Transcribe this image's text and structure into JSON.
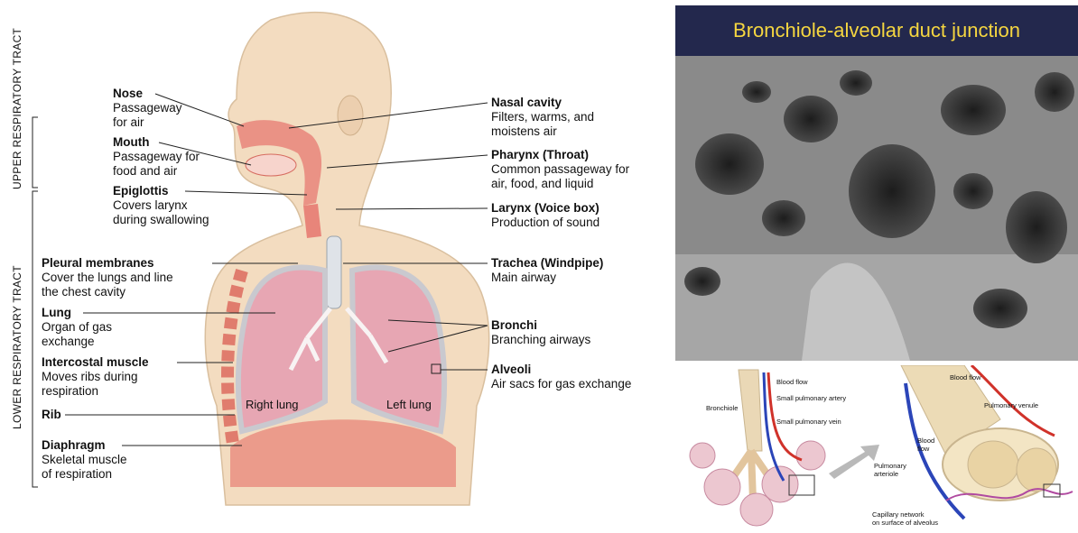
{
  "tracts": {
    "upper": "UPPER RESPIRATORY TRACT",
    "lower": "LOWER RESPIRATORY TRACT"
  },
  "left_labels": [
    {
      "name": "Nose",
      "desc": [
        "Passageway",
        "for air"
      ]
    },
    {
      "name": "Mouth",
      "desc": [
        "Passageway for",
        "food and air"
      ]
    },
    {
      "name": "Epiglottis",
      "desc": [
        "Covers larynx",
        "during swallowing"
      ]
    },
    {
      "name": "Pleural membranes",
      "desc": [
        "Cover the lungs and line",
        "the chest cavity"
      ]
    },
    {
      "name": "Lung",
      "desc": [
        "Organ of gas",
        "exchange"
      ]
    },
    {
      "name": "Intercostal muscle",
      "desc": [
        "Moves ribs during",
        "respiration"
      ]
    },
    {
      "name": "Rib",
      "desc": []
    },
    {
      "name": "Diaphragm",
      "desc": [
        "Skeletal muscle",
        "of respiration"
      ]
    }
  ],
  "right_labels": [
    {
      "name": "Nasal cavity",
      "desc": [
        "Filters, warms, and",
        "moistens air"
      ]
    },
    {
      "name": "Pharynx (Throat)",
      "desc": [
        "Common passageway for",
        "air, food, and liquid"
      ]
    },
    {
      "name": "Larynx (Voice box)",
      "desc": [
        "Production of sound"
      ]
    },
    {
      "name": "Trachea (Windpipe)",
      "desc": [
        "Main airway"
      ]
    },
    {
      "name": "Bronchi",
      "desc": [
        "Branching airways"
      ]
    },
    {
      "name": "Alveoli",
      "desc": [
        "Air sacs for gas exchange"
      ]
    }
  ],
  "lungs": {
    "right": "Right lung",
    "left": "Left lung"
  },
  "micrograph": {
    "title": "Bronchiole-alveolar duct junction"
  },
  "small_diagram": {
    "bronchiole": "Bronchiole",
    "blood_flow_1": "Blood flow",
    "small_artery": "Small pulmonary artery",
    "small_vein": "Small pulmonary vein",
    "blood_flow_2": "Blood flow",
    "pulmonary_venule": "Pulmonary venule",
    "blood_flow_3": [
      "Blood",
      "flow"
    ],
    "pulmonary_arteriole": [
      "Pulmonary",
      "arteriole"
    ],
    "capillary_network": [
      "Capillary network",
      "on surface of alveolus"
    ]
  },
  "colors": {
    "title_bg": "#23284d",
    "title_text": "#f5d640",
    "tissue": "#e8857a",
    "lung": "#e7a6b3",
    "skin": "#f3dcc0"
  }
}
